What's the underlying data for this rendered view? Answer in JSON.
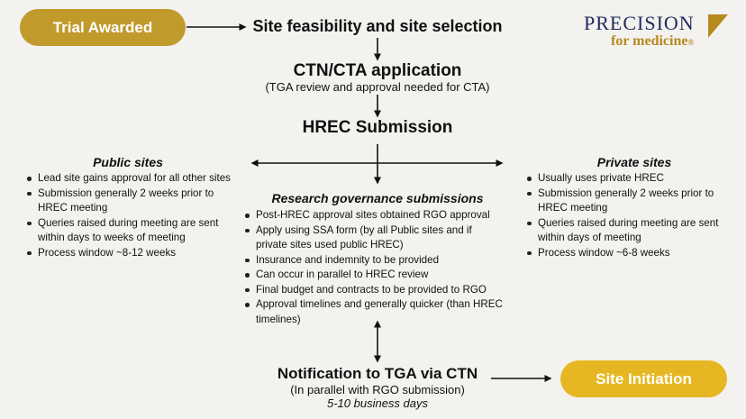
{
  "start_pill": {
    "label": "Trial Awarded"
  },
  "end_pill": {
    "label": "Site Initiation"
  },
  "logo": {
    "line1": "PRECISION",
    "line2": "for medicine",
    "mark": "®"
  },
  "steps": {
    "feasibility": "Site feasibility and site selection",
    "ctn_title": "CTN/CTA application",
    "ctn_sub": "(TGA review and approval needed for CTA)",
    "hrec": "HREC Submission",
    "notification_title": "Notification to TGA via CTN",
    "notification_sub": "(In parallel with RGO submission)",
    "notification_days": "5-10 business days"
  },
  "public_sites": {
    "title": "Public sites",
    "items": [
      "Lead site gains approval for all other sites",
      "Submission generally 2 weeks prior to HREC meeting",
      "Queries raised during meeting are sent within days to weeks of meeting",
      "Process window ~8-12 weeks"
    ]
  },
  "private_sites": {
    "title": "Private sites",
    "items": [
      "Usually uses private HREC",
      "Submission generally 2 weeks prior to HREC meeting",
      "Queries raised during meeting are sent within days of meeting",
      "Process window ~6-8 weeks"
    ]
  },
  "governance": {
    "title": "Research governance submissions",
    "items": [
      "Post-HREC approval sites obtained RGO approval",
      "Apply using SSA form (by all Public sites and if private sites used public HREC)",
      "Insurance and indemnity to be provided",
      "Can occur in parallel to HREC review",
      "Final budget and contracts to be provided to RGO",
      "Approval timelines and generally quicker (than HREC timelines)"
    ]
  },
  "colors": {
    "start": "#c19a2c",
    "end": "#e6b722",
    "logo_navy": "#1f2a5a",
    "logo_gold": "#b58a1f"
  }
}
